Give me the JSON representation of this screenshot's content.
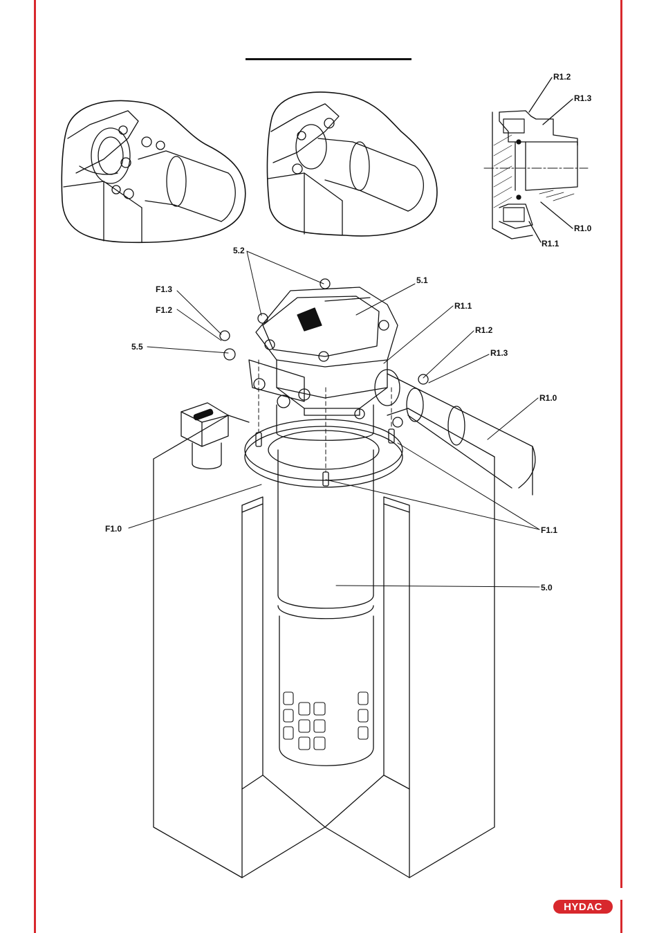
{
  "colors": {
    "frame": "#d8282d",
    "ink": "#111111",
    "brand": "#d8282d"
  },
  "labels": {
    "r12_detail": "R1.2",
    "r13_detail": "R1.3",
    "r10_detail": "R1.0",
    "r11_detail": "R1.1",
    "p52": "5.2",
    "p51": "5.1",
    "f13": "F1.3",
    "f12": "F1.2",
    "p55": "5.5",
    "r11": "R1.1",
    "r12": "R1.2",
    "r13": "R1.3",
    "r10": "R1.0",
    "f10": "F1.0",
    "f11": "F1.1",
    "p50": "5.0"
  },
  "brand": {
    "logo_text": "HYDAC"
  }
}
